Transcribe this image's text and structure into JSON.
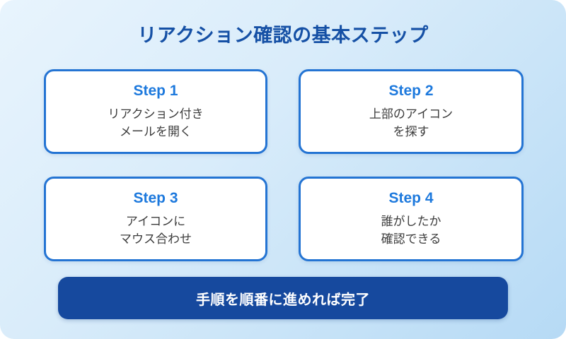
{
  "page": {
    "title": "リアクション確認の基本ステップ"
  },
  "steps": [
    {
      "label": "Step 1",
      "line1": "リアクション付き",
      "line2": "メールを開く"
    },
    {
      "label": "Step 2",
      "line1": "上部のアイコン",
      "line2": "を探す"
    },
    {
      "label": "Step 3",
      "line1": "アイコンに",
      "line2": "マウス合わせ"
    },
    {
      "label": "Step 4",
      "line1": "誰がしたか",
      "line2": "確認できる"
    }
  ],
  "footer": {
    "label": "手順を順番に進めれば完了"
  },
  "colors": {
    "background_gradient_start": "#e8f4fd",
    "background_gradient_end": "#b6daf5",
    "title_text": "#1550a5",
    "card_border": "#2474d3",
    "card_background": "#ffffff",
    "step_label_text": "#1d79dd",
    "body_text": "#3c3c3c",
    "banner_background": "#16499e",
    "banner_text": "#ffffff"
  }
}
